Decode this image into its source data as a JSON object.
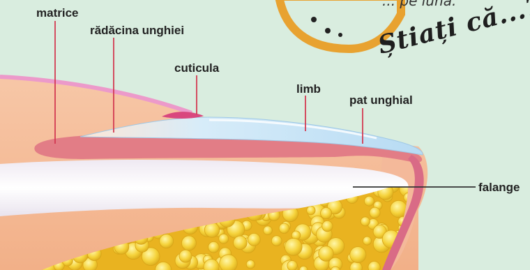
{
  "labels": {
    "matrice": "matrice",
    "radacina": "rădăcina unghiei",
    "cuticula": "cuticula",
    "limb": "limb",
    "pat": "pat unghial",
    "falange": "falange"
  },
  "banner": {
    "top_text": "... pe lună.",
    "callout": "Știați că...?"
  },
  "colors": {
    "background": "#d9eddf",
    "nail_bed": "#e27d86",
    "nail_plate": "#c8e3f5",
    "cuticle": "#d9477e",
    "fat": "#f5d23a",
    "bone": "#ffffff",
    "smile_orange": "#e8a230"
  }
}
